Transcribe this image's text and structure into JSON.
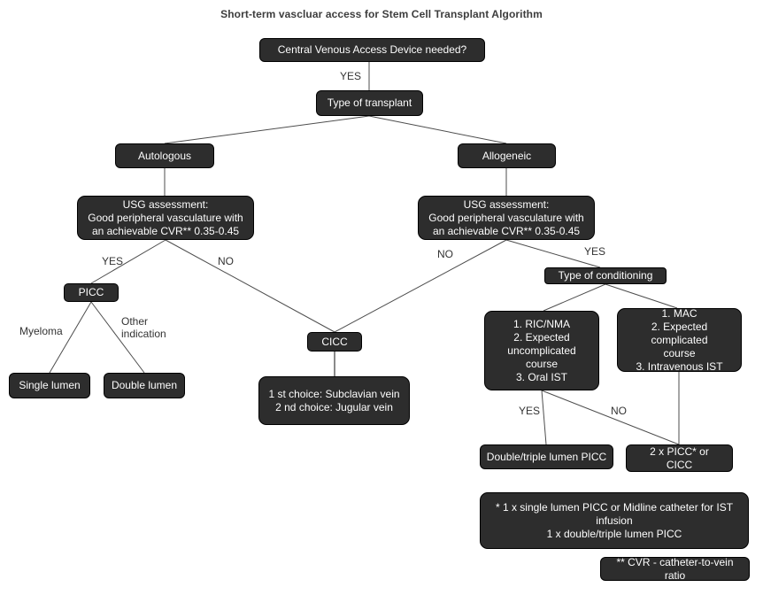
{
  "title": "Short-term vascluar access for Stem Cell Transplant Algorithm",
  "colors": {
    "background": "#ffffff",
    "node_fill": "#2d2d2d",
    "node_border": "#000000",
    "node_text": "#fdfdfd",
    "edge_line": "#4d4d4d",
    "edge_line_light": "#8a8a8a",
    "label_text": "#333333",
    "title_text": "#3d3d3d"
  },
  "nodes": {
    "cvad": {
      "label": "Central Venous Access Device needed?"
    },
    "transplant": {
      "label": "Type of transplant"
    },
    "autologous": {
      "label": "Autologous"
    },
    "allogeneic": {
      "label": "Allogeneic"
    },
    "usg_left": {
      "label": "USG assessment:\nGood peripheral vasculature with\nan achievable CVR** 0.35-0.45"
    },
    "usg_right": {
      "label": "USG assessment:\nGood peripheral vasculature with\nan achievable CVR** 0.35-0.45"
    },
    "picc": {
      "label": "PICC"
    },
    "single_lumen": {
      "label": "Single lumen"
    },
    "double_lumen": {
      "label": "Double lumen"
    },
    "cicc": {
      "label": "CICC"
    },
    "cicc_choice": {
      "label": "1 st choice: Subclavian vein\n2 nd choice: Jugular vein"
    },
    "conditioning": {
      "label": "Type of conditioning"
    },
    "ric_nma": {
      "label": "1. RIC/NMA\n2. Expected\nuncomplicated\ncourse\n3. Oral IST"
    },
    "mac": {
      "label": "1. MAC\n2. Expected complicated\ncourse\n3. Intravenous IST"
    },
    "double_triple_picc": {
      "label": "Double/triple lumen PICC"
    },
    "two_picc": {
      "label": "2 x PICC* or\nCICC"
    },
    "footnote_ist": {
      "label": "* 1 x single lumen PICC or Midline catheter for IST\ninfusion\n1 x double/triple lumen PICC"
    },
    "footnote_cvr": {
      "label": "** CVR - catheter-to-vein ratio"
    }
  },
  "edge_labels": {
    "cvad_yes": "YES",
    "usg_left_yes": "YES",
    "usg_left_no": "NO",
    "usg_right_no": "NO",
    "usg_right_yes": "YES",
    "myeloma": "Myeloma",
    "other_indication": "Other\nindication",
    "conditioning_yes": "YES",
    "conditioning_no": "NO"
  }
}
